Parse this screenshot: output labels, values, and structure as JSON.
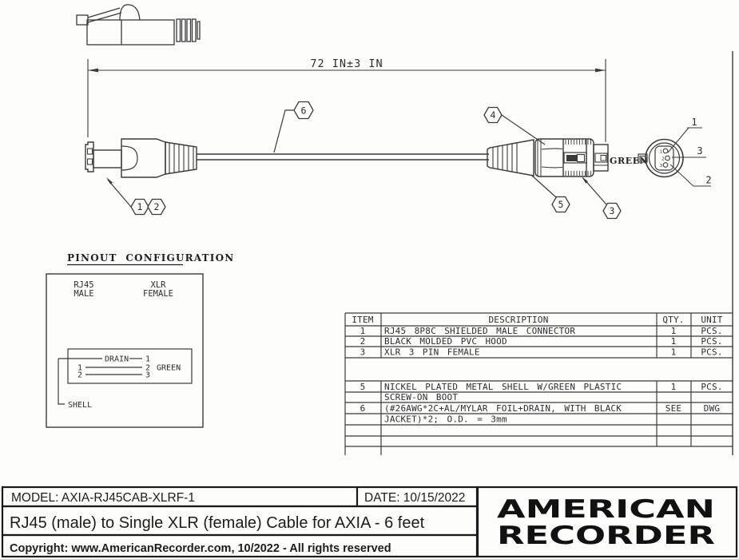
{
  "colors": {
    "line": "#3a3a3a",
    "heavy_border": "#1a1a1a",
    "logo": "#111111"
  },
  "dimension": {
    "label": "72 IN±3 IN"
  },
  "callouts": {
    "c1": "1",
    "c2": "2",
    "c3": "3",
    "c4": "4",
    "c5": "5",
    "c6": "6"
  },
  "xlr_side": {
    "green": "GREEN"
  },
  "xlr_face": {
    "label_1": "1",
    "label_2": "2",
    "label_3": "3",
    "pin_small_1": "1",
    "pin_small_2": "2",
    "pin_small_3": "3"
  },
  "pinout": {
    "title": "PINOUT  CONFIGURATION",
    "left_connector_line1": "RJ45",
    "left_connector_line2": "MALE",
    "right_connector_line1": "XLR",
    "right_connector_line2": "FEMALE",
    "wire_drain": "DRAIN",
    "wire_shell": "SHELL",
    "wire_green": "GREEN",
    "left_pin1": "1",
    "left_pin2": "2",
    "right_pin1": "1",
    "right_pin2": "2",
    "right_pin3": "3"
  },
  "bom": {
    "headers": {
      "item": "ITEM",
      "description": "DESCRIPTION",
      "qty": "QTY.",
      "unit": "UNIT"
    },
    "rows": [
      {
        "item": "1",
        "description": "RJ45 8P8C SHIELDED MALE CONNECTOR",
        "qty": "1",
        "unit": "PCS."
      },
      {
        "item": "2",
        "description": "BLACK MOLDED PVC HOOD",
        "qty": "1",
        "unit": "PCS."
      },
      {
        "item": "3",
        "description": "XLR 3 PIN FEMALE",
        "qty": "1",
        "unit": "PCS."
      },
      {
        "item": "5",
        "description": "NICKEL PLATED METAL SHELL W/GREEN PLASTIC",
        "qty": "1",
        "unit": "PCS."
      },
      {
        "item": "",
        "description": "SCREW-ON BOOT",
        "qty": "",
        "unit": ""
      },
      {
        "item": "6",
        "description": "(#26AWG*2C+AL/MYLAR FOIL+DRAIN, WITH BLACK",
        "qty": "SEE",
        "unit": "DWG"
      },
      {
        "item": "",
        "description": "JACKET)*2; O.D. = 3mm",
        "qty": "",
        "unit": ""
      }
    ]
  },
  "title_block": {
    "model": "MODEL: AXIA-RJ45CAB-XLRF-1",
    "date": "DATE: 10/15/2022",
    "title": "RJ45 (male) to Single XLR (female) Cable for AXIA - 6 feet",
    "copyright": "Copyright: www.AmericanRecorder.com, 10/2022 - All rights reserved",
    "logo_line1": "AMERICAN",
    "logo_line2": "RECORDER"
  }
}
